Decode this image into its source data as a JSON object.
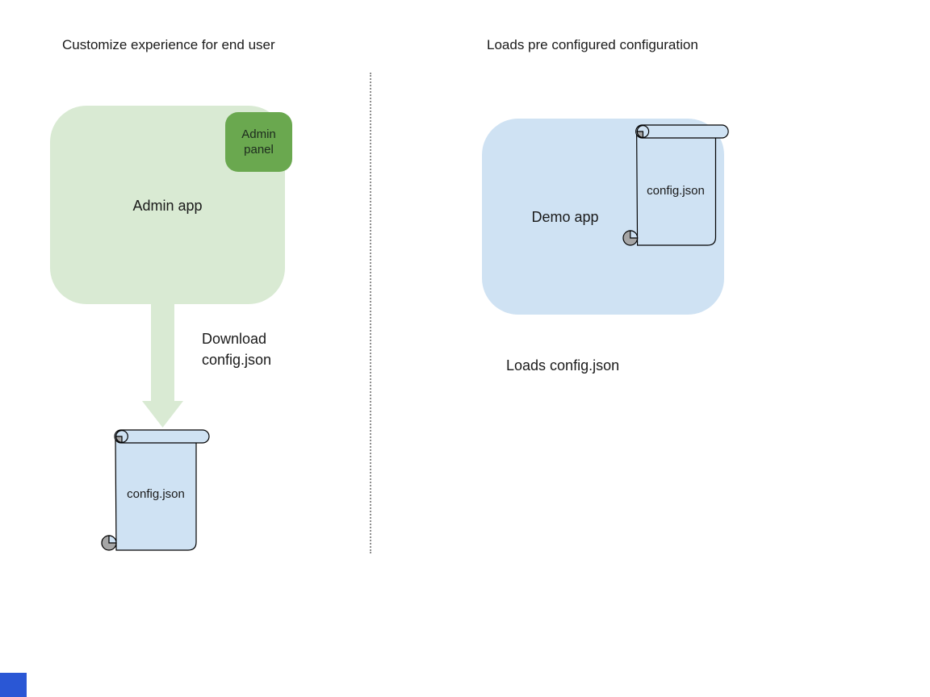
{
  "colors": {
    "light_green": "#d9ead3",
    "dark_green": "#6aa84f",
    "light_blue": "#cfe2f3",
    "curl_gray": "#a6a6a6",
    "outline": "#000000",
    "divider_gray": "#8f8f8f",
    "corner_square_blue": "#2a57d5",
    "text": "#1a1a1a"
  },
  "left_section": {
    "title": "Customize experience for end user",
    "admin_app_label": "Admin app",
    "admin_panel_label": "Admin\npanel",
    "download_label": "Download\nconfig.json",
    "config_file_label": "config.json"
  },
  "right_section": {
    "title": "Loads pre configured configuration",
    "demo_app_label": "Demo app",
    "config_file_label": "config.json",
    "caption": "Loads config.json"
  }
}
